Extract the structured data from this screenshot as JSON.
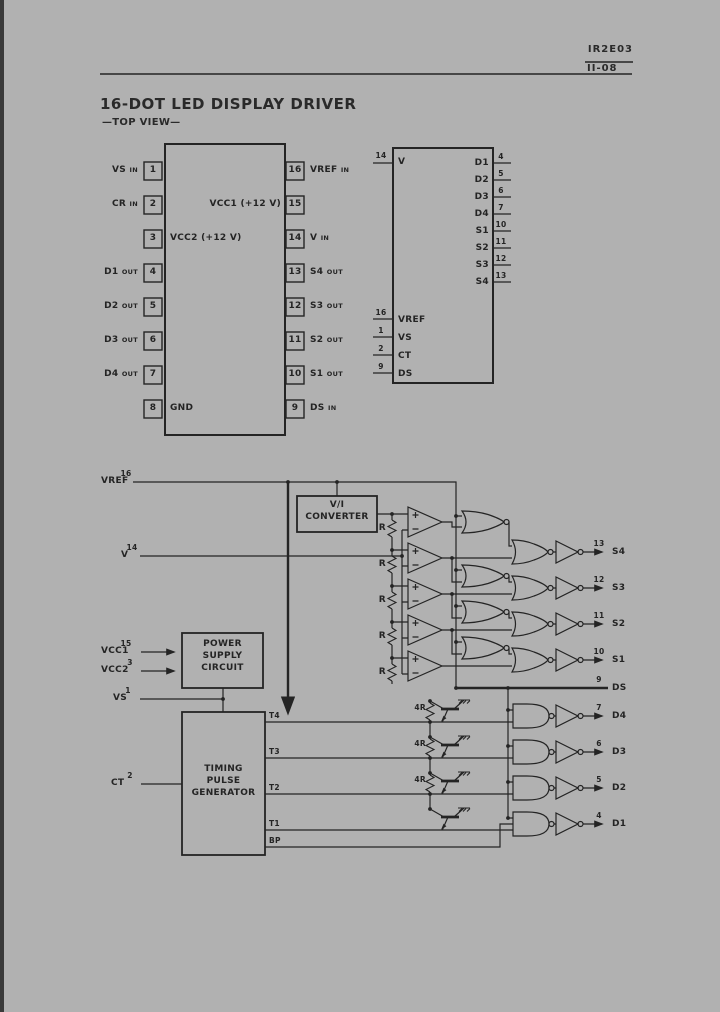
{
  "page": {
    "doc_id": "IR2E03",
    "page_ref": "II-08",
    "title": "16-DOT LED DISPLAY DRIVER",
    "view_label": "—TOP VIEW—",
    "bg_color": "#b1b1b1",
    "ink_color": "#242424"
  },
  "dip": {
    "left_pins": [
      {
        "num": "1",
        "label": "VS",
        "suffix": "IN"
      },
      {
        "num": "2",
        "label": "CR",
        "suffix": "IN"
      },
      {
        "num": "3",
        "label": "",
        "suffix": ""
      },
      {
        "num": "4",
        "label": "D1",
        "suffix": "OUT"
      },
      {
        "num": "5",
        "label": "D2",
        "suffix": "OUT"
      },
      {
        "num": "6",
        "label": "D3",
        "suffix": "OUT"
      },
      {
        "num": "7",
        "label": "D4",
        "suffix": "OUT"
      },
      {
        "num": "8",
        "label": "",
        "suffix": ""
      }
    ],
    "right_pins": [
      {
        "num": "16",
        "label": "VREF",
        "suffix": "IN"
      },
      {
        "num": "15",
        "label": "",
        "suffix": ""
      },
      {
        "num": "14",
        "label": "V",
        "suffix": "IN"
      },
      {
        "num": "13",
        "label": "S4",
        "suffix": "OUT"
      },
      {
        "num": "12",
        "label": "S3",
        "suffix": "OUT"
      },
      {
        "num": "11",
        "label": "S2",
        "suffix": "OUT"
      },
      {
        "num": "10",
        "label": "S1",
        "suffix": "OUT"
      },
      {
        "num": "9",
        "label": "DS",
        "suffix": "IN"
      }
    ],
    "inside_labels": {
      "vcc1": "VCC1 (+12 V)",
      "vcc2": "VCC2 (+12 V)",
      "gnd": "GND"
    }
  },
  "io_block": {
    "input_top": {
      "num": "14",
      "label": "V"
    },
    "outputs": [
      {
        "num": "4",
        "label": "D1"
      },
      {
        "num": "5",
        "label": "D2"
      },
      {
        "num": "6",
        "label": "D3"
      },
      {
        "num": "7",
        "label": "D4"
      },
      {
        "num": "10",
        "label": "S1"
      },
      {
        "num": "11",
        "label": "S2"
      },
      {
        "num": "12",
        "label": "S3"
      },
      {
        "num": "13",
        "label": "S4"
      }
    ],
    "inputs_bottom": [
      {
        "num": "16",
        "label": "VREF"
      },
      {
        "num": "1",
        "label": "VS"
      },
      {
        "num": "2",
        "label": "CT"
      },
      {
        "num": "9",
        "label": "DS"
      }
    ]
  },
  "schematic": {
    "inputs": {
      "vref": {
        "num": "16",
        "label": "VREF"
      },
      "v": {
        "num": "14",
        "label": "V"
      },
      "vcc1": {
        "num": "15",
        "label": "VCC1"
      },
      "vcc2": {
        "num": "3",
        "label": "VCC2"
      },
      "vs": {
        "num": "1",
        "label": "VS"
      },
      "ct": {
        "num": "2",
        "label": "CT"
      }
    },
    "blocks": {
      "vi_converter": [
        "V/I",
        "CONVERTER"
      ],
      "power_supply": [
        "POWER",
        "SUPPLY",
        "CIRCUIT"
      ],
      "timing": [
        "TIMING",
        "PULSE",
        "GENERATOR"
      ]
    },
    "timing_outputs": [
      "T4",
      "T3",
      "T2",
      "T1",
      "BP"
    ],
    "resistor_labels": {
      "ladder": "R",
      "base": "4R"
    },
    "s_outputs": [
      {
        "num": "13",
        "label": "S4"
      },
      {
        "num": "12",
        "label": "S3"
      },
      {
        "num": "11",
        "label": "S2"
      },
      {
        "num": "10",
        "label": "S1"
      }
    ],
    "ds_output": {
      "num": "9",
      "label": "DS"
    },
    "d_outputs": [
      {
        "num": "7",
        "label": "D4"
      },
      {
        "num": "6",
        "label": "D3"
      },
      {
        "num": "5",
        "label": "D2"
      },
      {
        "num": "4",
        "label": "D1"
      }
    ]
  }
}
